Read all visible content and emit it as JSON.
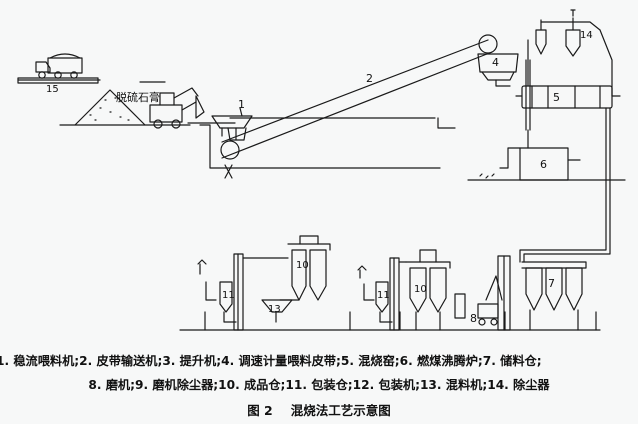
{
  "labels": {
    "n1": "1",
    "n2": "2",
    "n4": "4",
    "n5": "5",
    "n6": "6",
    "n7": "7",
    "n8": "8",
    "n10a": "10",
    "n10b": "10",
    "n11a": "11",
    "n11b": "11",
    "n13": "13",
    "n14": "14",
    "n15": "15",
    "desulf_gypsum": "脱硫石膏"
  },
  "legend": {
    "line1": "1. 稳流喂料机;2. 皮带输送机;3. 提升机;4. 调速计量喂料皮带;5. 混烧窑;6. 燃煤沸腾炉;7. 储料仓;",
    "line2": "8. 磨机;9. 磨机除尘器;10. 成品仓;11. 包装仓;12. 包装机;13. 混料机;14. 除尘器"
  },
  "caption": {
    "figure_no": "图 2",
    "title": "混烧法工艺示意图"
  },
  "colors": {
    "ink": "#1a1a1a",
    "paper": "#f7f8f8"
  }
}
